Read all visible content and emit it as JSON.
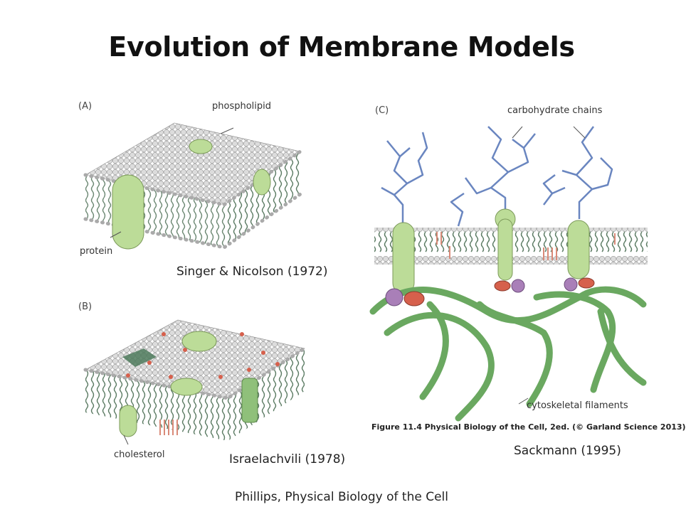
{
  "title": "Evolution of Membrane Models",
  "panels": {
    "a": {
      "letter": "(A)",
      "top_label": "phospholipid",
      "bottom_label": "protein",
      "caption": "Singer & Nicolson (1972)"
    },
    "b": {
      "letter": "(B)",
      "bottom_label": "cholesterol",
      "caption": "Israelachvili (1978)"
    },
    "c": {
      "letter": "(C)",
      "top_label": "carbohydrate chains",
      "bottom_label": "cytoskeletal filaments",
      "figure_credit": "Figure 11.4 Physical Biology of the Cell, 2ed. (© Garland Science 2013)",
      "caption": "Sackmann (1995)"
    }
  },
  "footer": "Phillips, Physical Biology of the Cell",
  "colors": {
    "lipid_head": "#d9d9d9",
    "lipid_tail": "#5a7a62",
    "protein": "#bcdc98",
    "protein_stroke": "#7c9a5a",
    "carbohydrate": "#6a86c0",
    "filament": "#6aa860",
    "cholesterol": "#d98a78",
    "purple": "#a97fb8",
    "red": "#d6604c"
  }
}
